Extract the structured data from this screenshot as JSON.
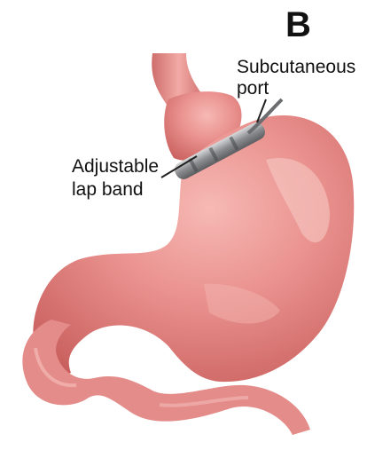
{
  "panel_letter": "B",
  "labels": {
    "subcutaneous_port": [
      "Subcutaneous",
      "port"
    ],
    "adjustable_lap_band": [
      "Adjustable",
      "lap band"
    ]
  },
  "colors": {
    "stomach": "#e8908e",
    "stomach_shadow": "#c9605e",
    "highlight": "#f6c4c0",
    "band": "#8a8c8f"
  }
}
